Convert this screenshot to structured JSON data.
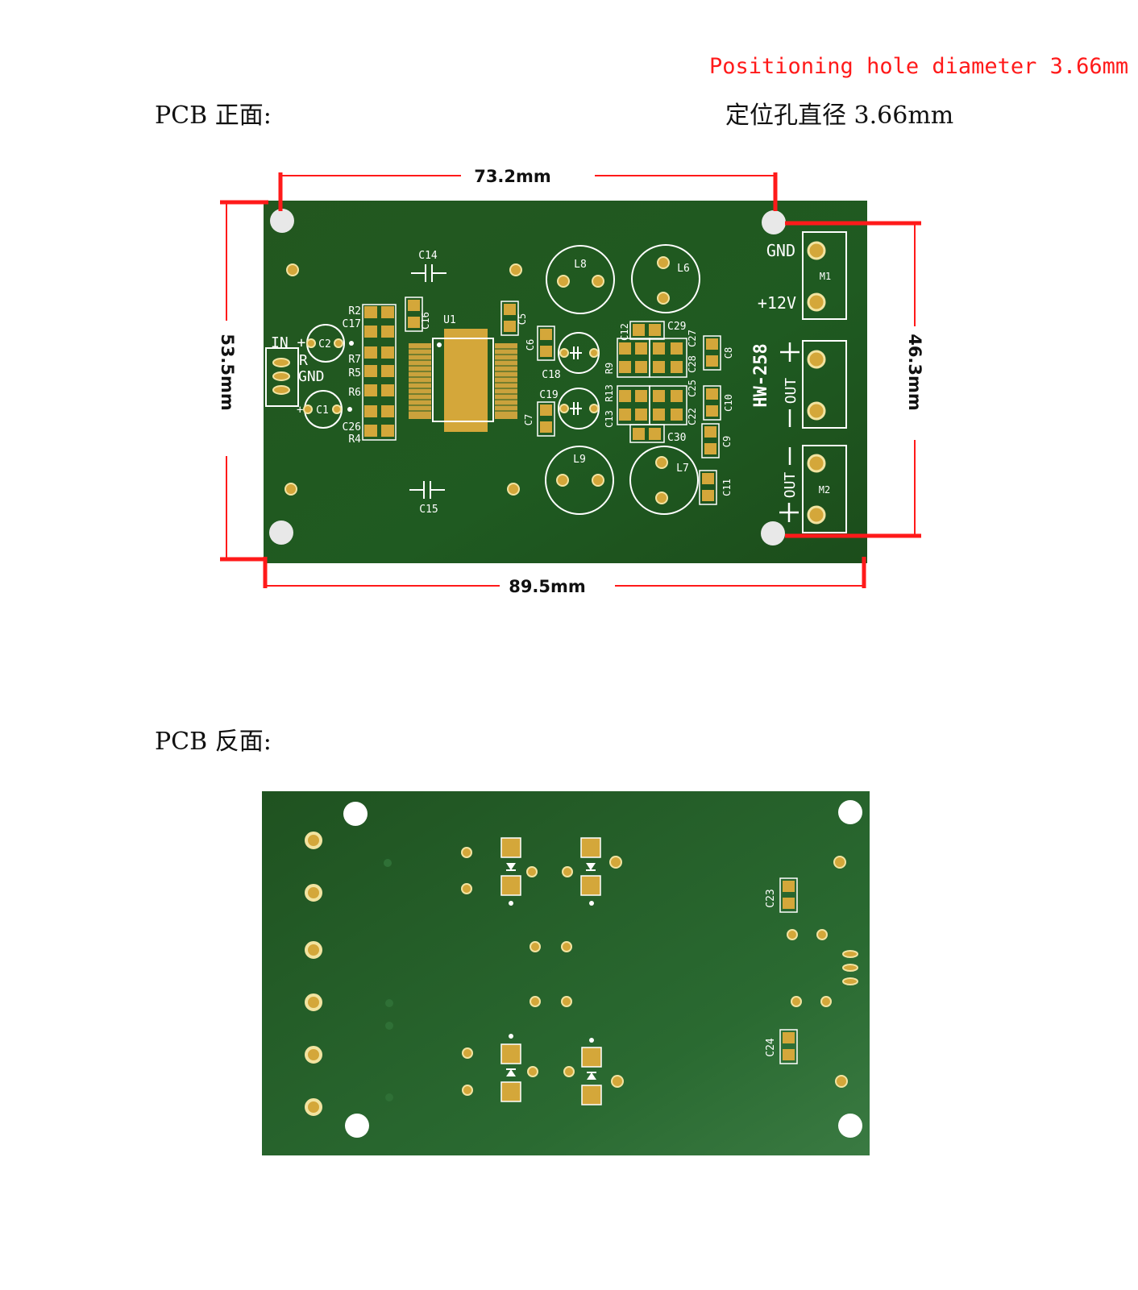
{
  "notes": {
    "hole_en": "Positioning hole diameter 3.66mm",
    "hole_cn": "定位孔直径 3.66mm"
  },
  "sections": {
    "front_title": "PCB 正面:",
    "back_title": "PCB 反面:"
  },
  "dimensions": {
    "top": "73.2mm",
    "bottom": "89.5mm",
    "left": "53.5mm",
    "right": "46.3mm"
  },
  "front": {
    "board_name": "HW-258",
    "connectors": {
      "gnd": "GND",
      "v12": "+12V",
      "m1": "M1",
      "m2": "M2",
      "out_top": "OUT",
      "out_bottom": "OUT",
      "in_plus": "IN +",
      "in_r": "R",
      "in_gnd": "GND"
    },
    "labels": {
      "c14": "C14",
      "c15": "C15",
      "c16": "C16",
      "c5": "C5",
      "u1": "U1",
      "l8": "L8",
      "l6": "L6",
      "l9": "L9",
      "l7": "L7",
      "c2": "C2",
      "c1": "C1",
      "r2": "R2",
      "c17": "C17",
      "r7": "R7",
      "r5": "R5",
      "r6": "R6",
      "c26": "C26",
      "r4": "R4",
      "c6": "C6",
      "c18": "C18",
      "c19": "C19",
      "c7": "C7",
      "c12": "C12",
      "r9": "R9",
      "r13": "R13",
      "c13": "C13",
      "c29": "C29",
      "c27": "C27",
      "c28": "C28",
      "c25": "C25",
      "c22": "C22",
      "c30": "C30",
      "c8": "C8",
      "c10": "C10",
      "c9": "C9",
      "c11": "C11"
    }
  },
  "back": {
    "labels": {
      "c23": "C23",
      "c24": "C24"
    }
  }
}
